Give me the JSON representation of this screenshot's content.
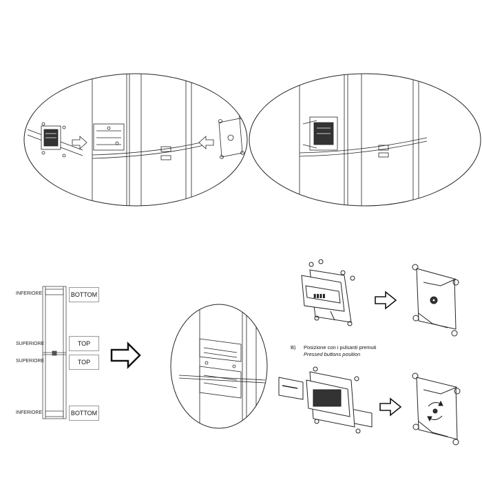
{
  "panel_labels": {
    "inferiore_top": "INFERIORE",
    "bottom_top": "BOTTOM",
    "superiore_1": "SUPERIORE",
    "top_1": "TOP",
    "superiore_2": "SUPERIORE",
    "top_2": "TOP",
    "inferiore_bottom": "INFERIORE",
    "bottom_bottom": "BOTTOM"
  },
  "caption": {
    "letter": "B)",
    "italian": "Posizione con i pulsanti premuti",
    "english": "Pressed buttons position"
  }
}
